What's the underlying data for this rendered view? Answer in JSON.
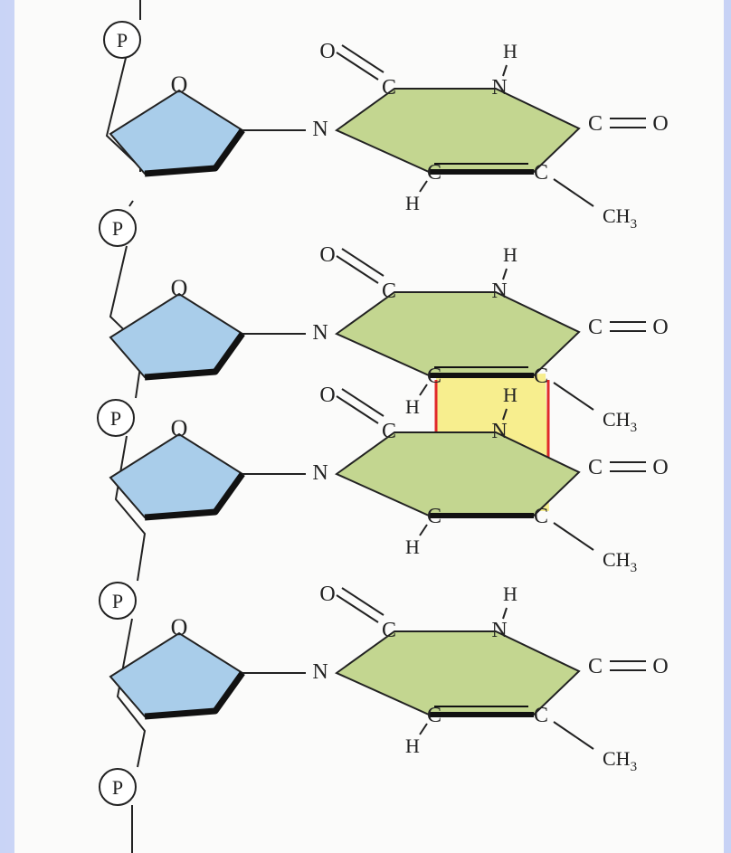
{
  "labels": {
    "phosphate": "P",
    "ring_oxygen": "O",
    "nitrogen": "N",
    "carbon": "C",
    "carbonyl_left": "O═C",
    "carbonyl_right": "C═O",
    "hydrogen": "H",
    "methyl": "CH",
    "methyl_subscript": "3"
  },
  "colors": {
    "sugar": "#a9cdea",
    "base": "#c3d690",
    "dimer": "#f7ee8e",
    "dimer_bond": "#e02a2a",
    "backdrop": "#cdd6f6"
  },
  "nucleotides": [
    {
      "index": 1,
      "part_of_dimer": false
    },
    {
      "index": 2,
      "part_of_dimer": true
    },
    {
      "index": 3,
      "part_of_dimer": true
    },
    {
      "index": 4,
      "part_of_dimer": false
    }
  ]
}
